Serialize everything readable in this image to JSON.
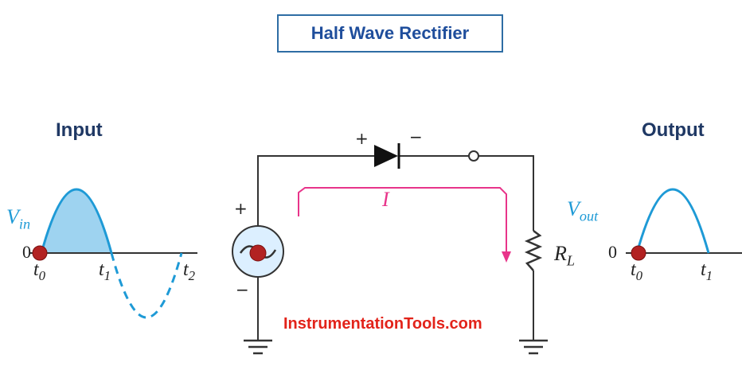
{
  "title": "Half Wave Rectifier",
  "input": {
    "label": "Input",
    "voltage_main": "V",
    "voltage_sub": "in",
    "zero": "0",
    "t0_main": "t",
    "t0_sub": "0",
    "t1_main": "t",
    "t1_sub": "1",
    "t2_main": "t",
    "t2_sub": "2"
  },
  "output": {
    "label": "Output",
    "voltage_main": "V",
    "voltage_sub": "out",
    "zero": "0",
    "t0_main": "t",
    "t0_sub": "0",
    "t1_main": "t",
    "t1_sub": "1"
  },
  "circuit": {
    "current_label": "I",
    "resistor_main": "R",
    "resistor_sub": "L",
    "source_plus": "+",
    "source_minus": "−",
    "diode_plus": "+",
    "diode_minus": "−"
  },
  "watermark": "InstrumentationTools.com",
  "colors": {
    "title_border": "#2e6da4",
    "title_text": "#1f4e9c",
    "heading_text": "#1f3864",
    "wave": "#1e9ad6",
    "wave_fill": "#9ed3f0",
    "current_arrow": "#e8348a",
    "source_fill": "#dcefff",
    "dot": "#b22222",
    "watermark": "#e2231a"
  }
}
